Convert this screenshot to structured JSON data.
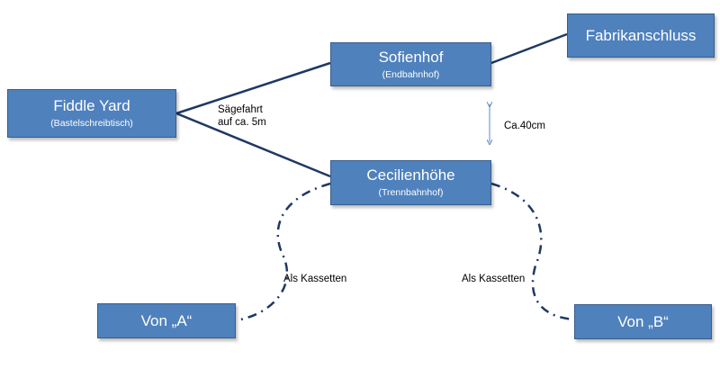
{
  "nodes": {
    "fiddle_yard": {
      "title": "Fiddle Yard",
      "subtitle": "(Bastelschreibtisch)"
    },
    "sofienhof": {
      "title": "Sofienhof",
      "subtitle": "(Endbahnhof)"
    },
    "fabrikanschluss": {
      "title": "Fabrikanschluss"
    },
    "cecilienhoehe": {
      "title": "Cecilienhöhe",
      "subtitle": "(Trennbahnhof)"
    },
    "von_a": {
      "title": "Von „A“"
    },
    "von_b": {
      "title": "Von „B“"
    }
  },
  "labels": {
    "saegefahrt_line1": "Sägefahrt",
    "saegefahrt_line2": "auf ca. 5m",
    "height_difference": "Ca.40cm",
    "kassetten_left": "Als Kassetten",
    "kassetten_right": "Als Kassetten"
  },
  "colors": {
    "node_fill": "#4f81bd",
    "node_border": "#385d8a",
    "connector": "#1f3864",
    "arrow": "#5b8ac6"
  }
}
